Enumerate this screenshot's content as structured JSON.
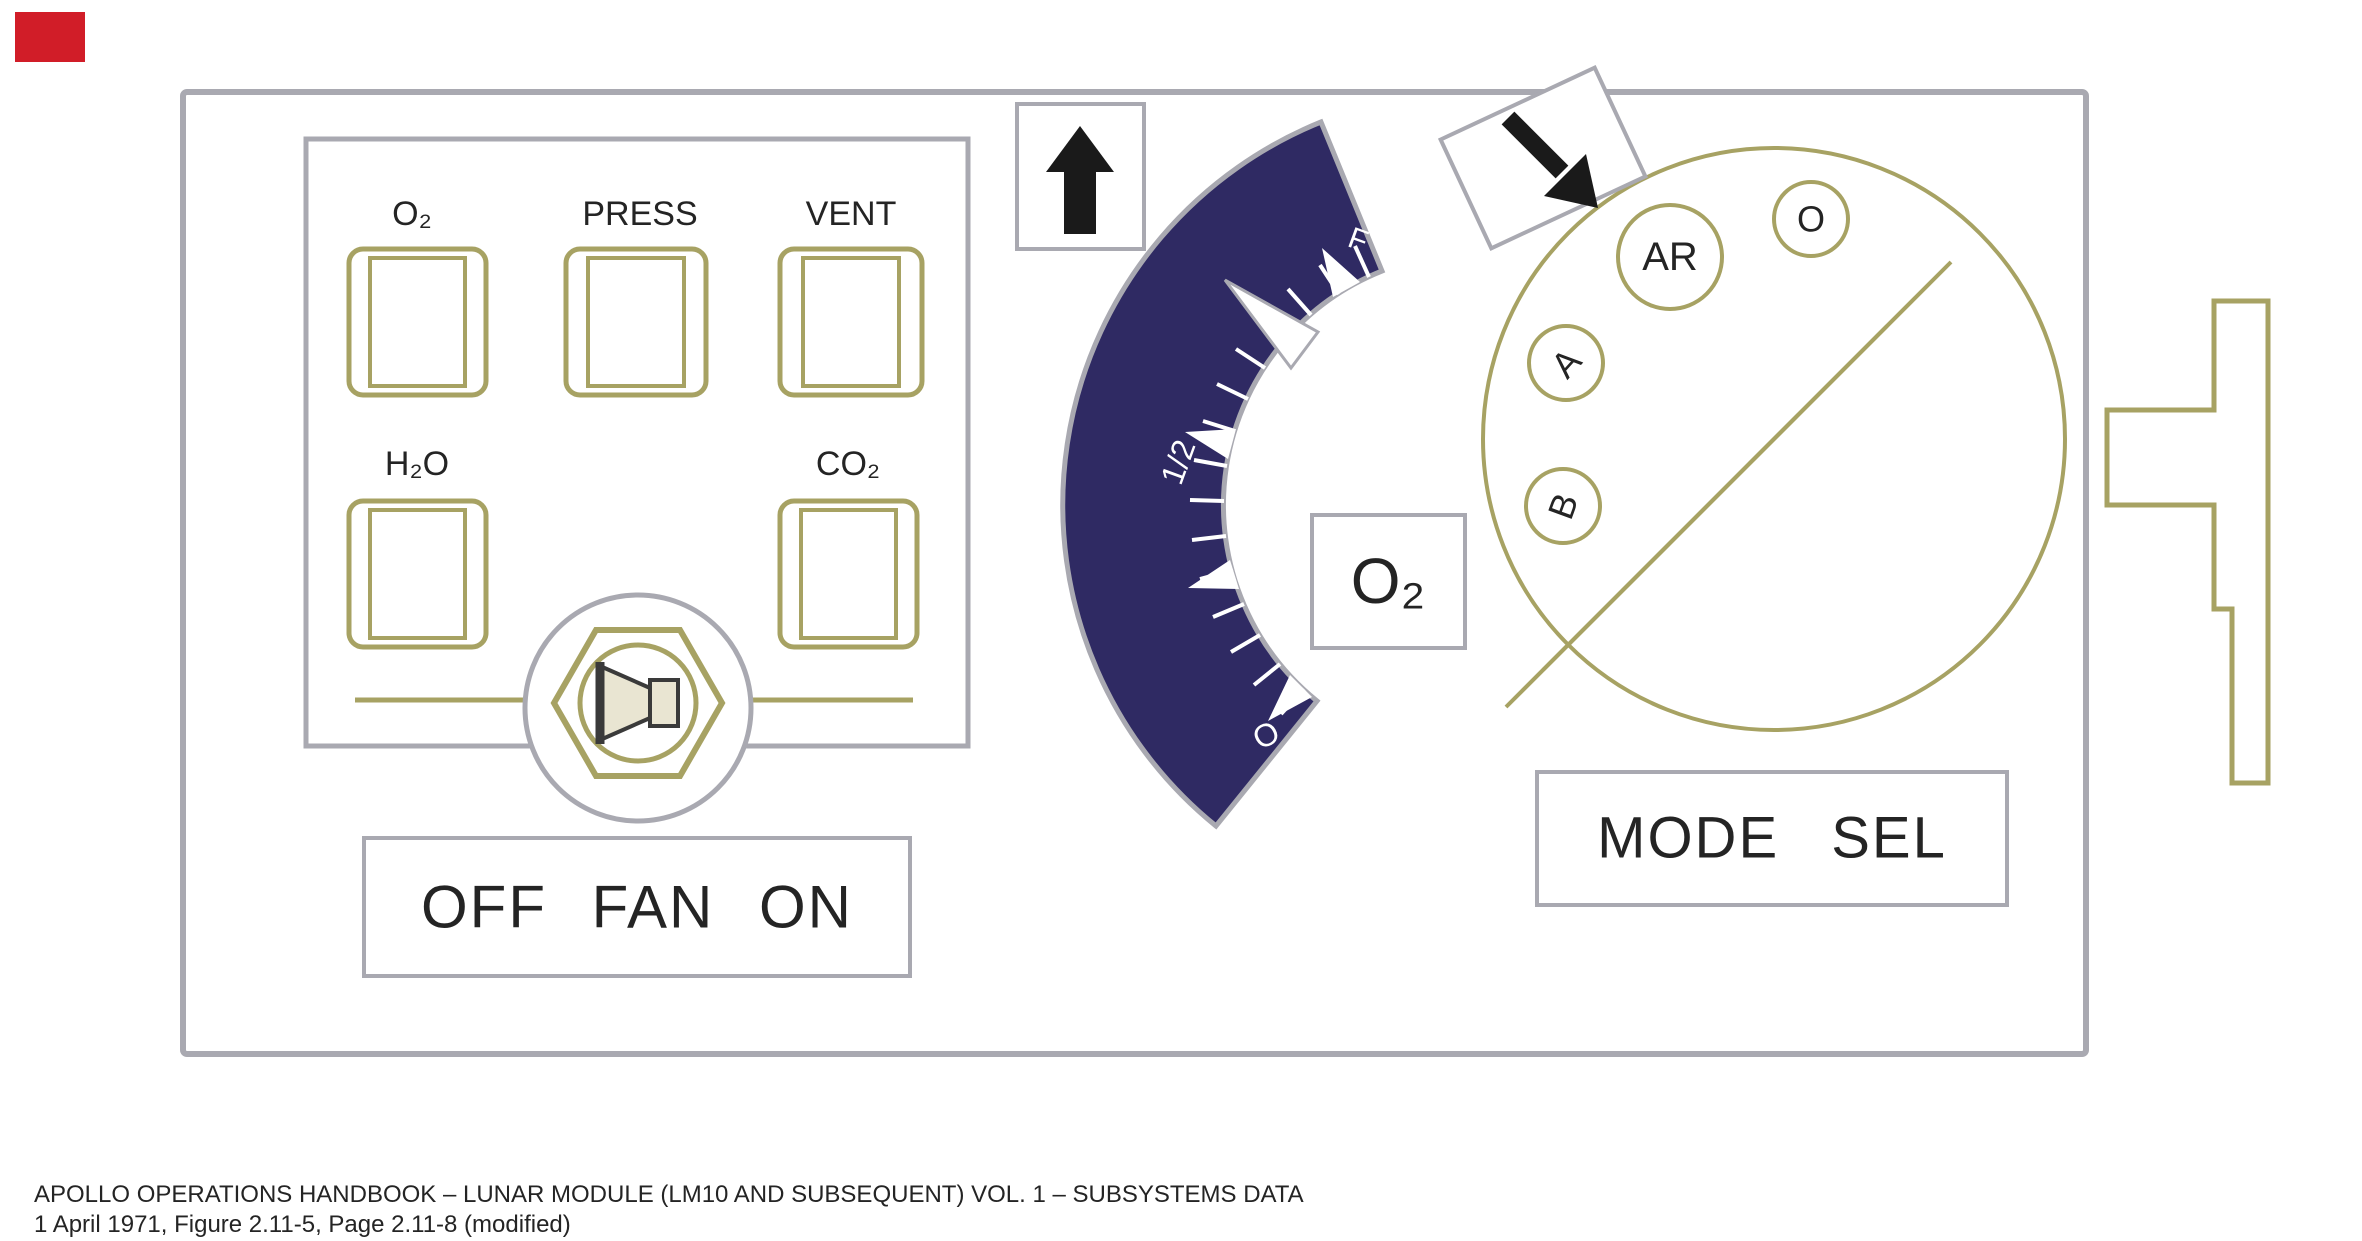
{
  "colors": {
    "olive": "#a7a263",
    "gray": "#a9a9b1",
    "navy": "#2f2a63",
    "red": "#d11d28",
    "beige": "#e9e5d2",
    "ink": "#242424"
  },
  "indicator_panel": {
    "o2": "O₂",
    "press": "PRESS",
    "vent": "VENT",
    "h2o": "H₂O",
    "co2": "CO₂"
  },
  "fan_switch": {
    "label": "OFF FAN ON"
  },
  "gauge": {
    "tag": "O₂",
    "scale_full": "F",
    "scale_half": "1/2",
    "scale_empty": "O"
  },
  "mode_selector": {
    "label": "MODE SEL",
    "position_ar": "AR",
    "position_o": "O",
    "position_a": "A",
    "position_b": "B"
  },
  "caption": {
    "line1": "APOLLO OPERATIONS HANDBOOK – LUNAR MODULE (LM10 AND SUBSEQUENT) VOL. 1 – SUBSYSTEMS DATA",
    "line2": "1 April 1971, Figure 2.11-5, Page 2.11-8 (modified)"
  }
}
